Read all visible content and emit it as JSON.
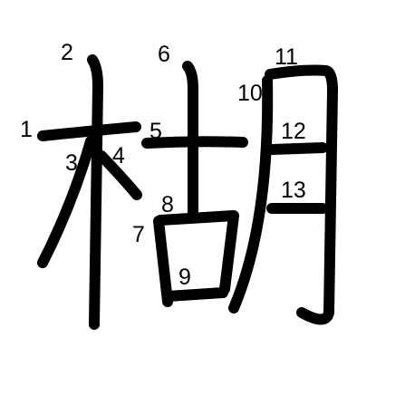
{
  "character": {
    "strokes": [
      {
        "order": "1"
      },
      {
        "order": "2"
      },
      {
        "order": "3"
      },
      {
        "order": "4"
      },
      {
        "order": "5"
      },
      {
        "order": "6"
      },
      {
        "order": "7"
      },
      {
        "order": "8"
      },
      {
        "order": "9"
      },
      {
        "order": "10"
      },
      {
        "order": "11"
      },
      {
        "order": "12"
      },
      {
        "order": "13"
      }
    ]
  },
  "colors": {
    "ink": "#000000",
    "background": "#ffffff"
  }
}
